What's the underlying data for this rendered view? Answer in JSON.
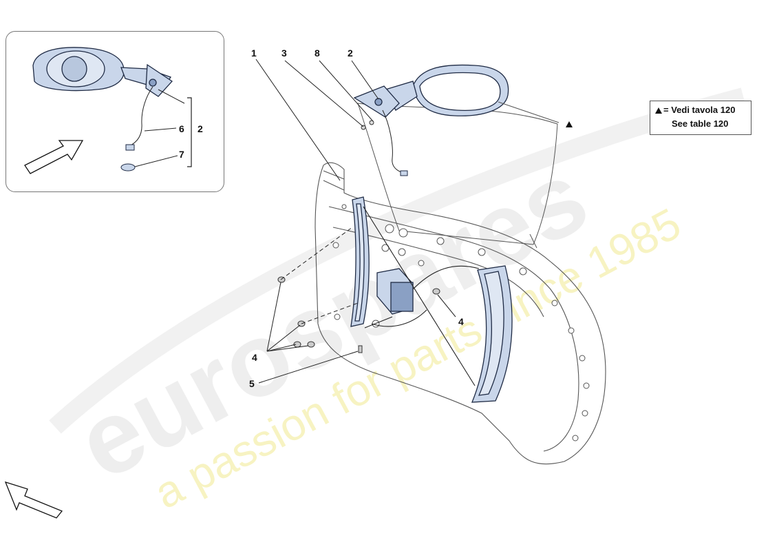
{
  "watermark": {
    "brand": "eurospares",
    "tagline": "a passion for parts since 1985"
  },
  "callouts": {
    "c1": "1",
    "c3": "3",
    "c8": "8",
    "c2_main": "2",
    "c4_right": "4",
    "c4_left": "4",
    "c5": "5",
    "inset_6": "6",
    "inset_7": "7",
    "inset_2": "2"
  },
  "reference": {
    "line1": "= Vedi tavola 120",
    "line2": "See table 120"
  },
  "colors": {
    "part_fill": "#c9d6ea",
    "part_stroke": "#1e2a44",
    "line": "#222222",
    "watermark_gray": "#e9e9e9",
    "watermark_yellow": "#f6f2b8"
  },
  "icons": [
    "direction-arrow-icon",
    "reference-triangle-icon"
  ]
}
